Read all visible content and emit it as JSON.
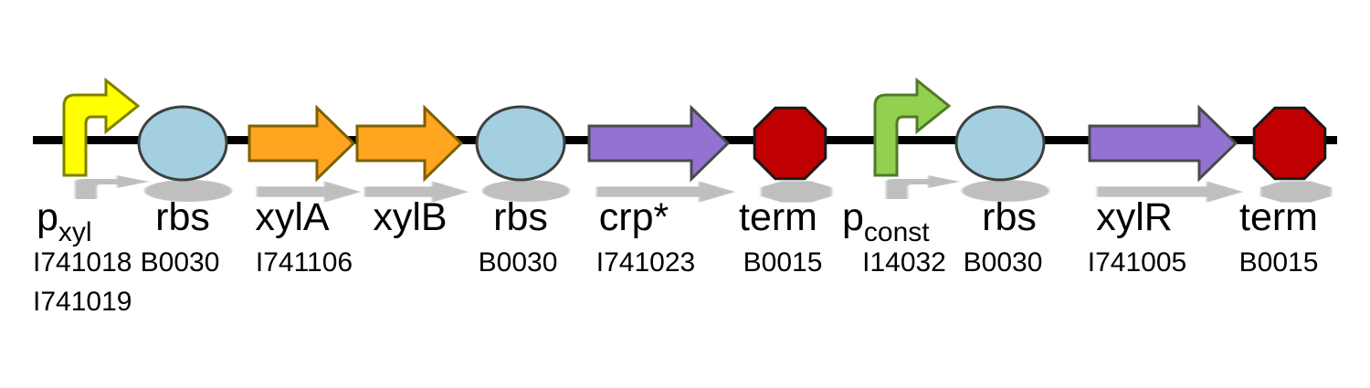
{
  "backbone": {
    "color": "#000000"
  },
  "parts": [
    {
      "name": "promoter-pxyl",
      "glyph": "bent-arrow-promoter",
      "label": {
        "main": "p",
        "sub": "xyl"
      },
      "ids": [
        "I741018",
        "I741019"
      ],
      "fill": "#FFFF00",
      "stroke": "#7F7F00"
    },
    {
      "name": "rbs-1",
      "glyph": "ellipse-rbs",
      "label": {
        "main": "rbs"
      },
      "ids": [
        "B0030"
      ],
      "fill": "#A3CFE0",
      "stroke": "#3F3F3F"
    },
    {
      "name": "cds-xylA",
      "glyph": "arrow-cds",
      "label": {
        "main": "xylA"
      },
      "ids": [],
      "fill": "#FFA односто520",
      "stroke": "#7F6000"
    },
    {
      "name": "cds-xylB",
      "glyph": "arrow-cds",
      "label": {
        "main": "xylB"
      },
      "ids": [
        "I741106"
      ],
      "fill": "#FFA520",
      "stroke": "#7F6000"
    },
    {
      "name": "rbs-2",
      "glyph": "ellipse-rbs",
      "label": {
        "main": "rbs"
      },
      "ids": [
        "B0030"
      ],
      "fill": "#A3CFE0",
      "stroke": "#3F3F3F"
    },
    {
      "name": "cds-crp",
      "glyph": "arrow-cds",
      "label": {
        "main": "crp*"
      },
      "ids": [
        "I741023"
      ],
      "fill": "#9273D2",
      "stroke": "#4A4A4A"
    },
    {
      "name": "terminator-1",
      "glyph": "octagon-terminator",
      "label": {
        "main": "term"
      },
      "ids": [
        "B0015"
      ],
      "fill": "#C00000",
      "stroke": "#1A1A1A"
    },
    {
      "name": "promoter-pconst",
      "glyph": "bent-arrow-promoter",
      "label": {
        "main": "p",
        "sub": "const"
      },
      "ids": [
        "I14032"
      ],
      "fill": "#92D050",
      "stroke": "#4F7A28"
    },
    {
      "name": "rbs-3",
      "glyph": "ellipse-rbs",
      "label": {
        "main": "rbs"
      },
      "ids": [
        "B0030"
      ],
      "fill": "#A3CFE0",
      "stroke": "#3F3F3F"
    },
    {
      "name": "cds-xylR",
      "glyph": "arrow-cds",
      "label": {
        "main": "xylR"
      },
      "ids": [
        "I741005"
      ],
      "fill": "#9273D2",
      "stroke": "#4A4A4A"
    },
    {
      "name": "terminator-2",
      "glyph": "octagon-terminator",
      "label": {
        "main": "term"
      },
      "ids": [
        "B0015"
      ],
      "fill": "#C00000",
      "stroke": "#1A1A1A"
    }
  ]
}
